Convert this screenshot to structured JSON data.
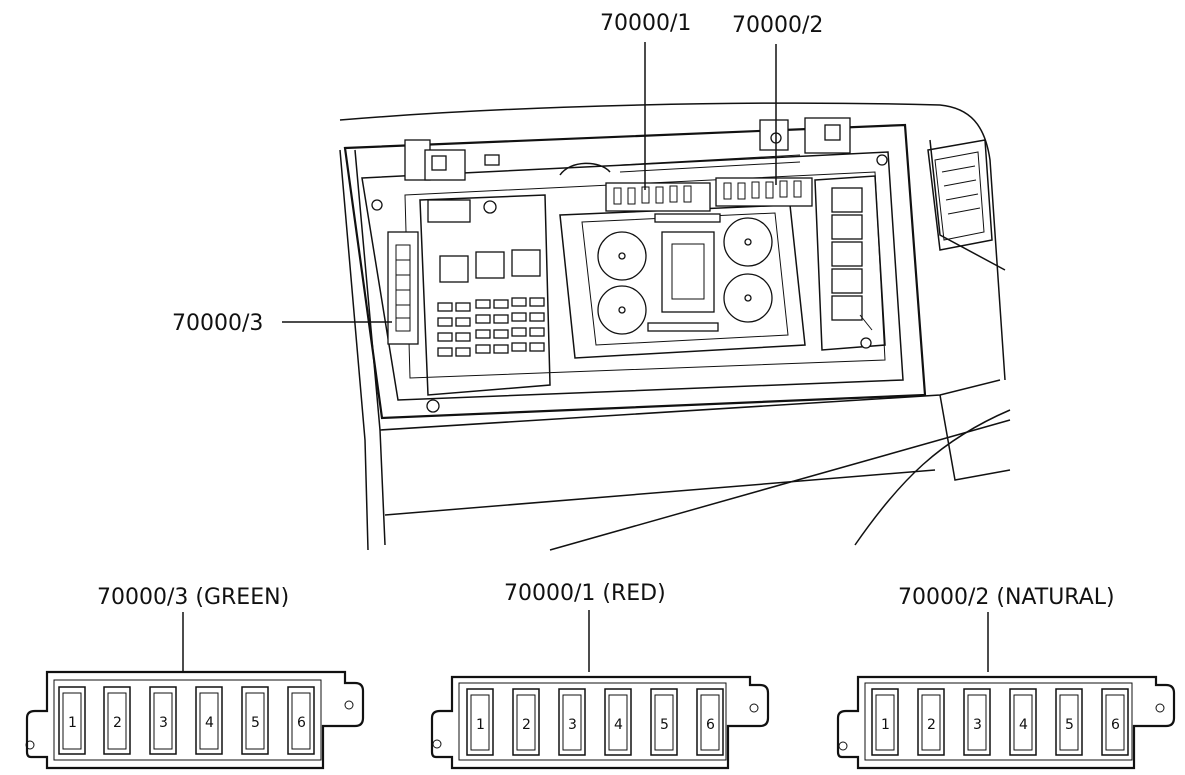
{
  "callouts": {
    "top_left": "70000/1",
    "top_right": "70000/2",
    "side": "70000/3"
  },
  "fuse_boxes": [
    {
      "title": "70000/3 (GREEN)",
      "slots": [
        "1",
        "2",
        "3",
        "4",
        "5",
        "6"
      ]
    },
    {
      "title": "70000/1 (RED)",
      "slots": [
        "1",
        "2",
        "3",
        "4",
        "5",
        "6"
      ]
    },
    {
      "title": "70000/2 (NATURAL)",
      "slots": [
        "1",
        "2",
        "3",
        "4",
        "5",
        "6"
      ]
    }
  ]
}
